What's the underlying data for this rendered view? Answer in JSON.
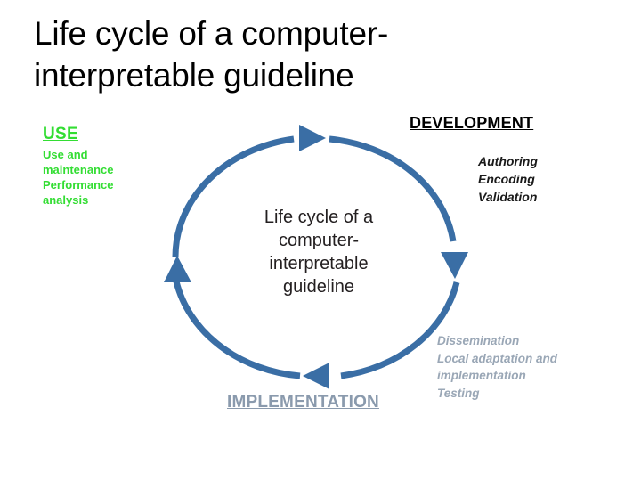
{
  "slide": {
    "title": "Life cycle of a computer-\ninterpretable guideline",
    "background_color": "#ffffff"
  },
  "diagram": {
    "type": "cycle-diagram",
    "center_label": "Life cycle of a\ncomputer-\ninterpretable\nguideline",
    "ring_color": "#3a6ea5",
    "arrow_count": 4,
    "arrow_directions": [
      "clockwise-top-right",
      "clockwise-right-down",
      "clockwise-bottom-left",
      "clockwise-left-up"
    ]
  },
  "phases": {
    "use": {
      "heading": "USE",
      "body": "Use and\nmaintenance\nPerformance\nanalysis",
      "color": "#33dd33"
    },
    "development": {
      "heading": "DEVELOPMENT",
      "body": "Authoring\nEncoding\nValidation",
      "color": "#000000"
    },
    "implementation": {
      "heading": "IMPLEMENTATION",
      "body": "Dissemination\nLocal adaptation and\nimplementation\nTesting",
      "heading_color": "#8a9aad",
      "body_color": "#9aa7b6"
    }
  }
}
